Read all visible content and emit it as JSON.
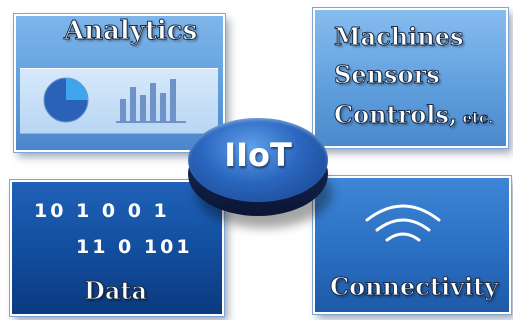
{
  "center": {
    "label": "IIoT"
  },
  "tiles": {
    "analytics": {
      "title": "Analytics",
      "chart_icons": [
        "pie-chart-icon",
        "bar-chart-icon"
      ]
    },
    "machines": {
      "line1": "Machines",
      "line2": "Sensors",
      "line3": "Controls,",
      "line3_suffix": " etc."
    },
    "data": {
      "binary_line1": "10 1 0 0 1",
      "binary_line2": "11 0 101",
      "title": "Data"
    },
    "connectivity": {
      "title": "Connectivity",
      "icon": "wifi-icon"
    }
  },
  "colors": {
    "light_tile": "#6aa8e4",
    "dark_tile": "#124c9c",
    "connectivity_tile": "#2a6fc2",
    "chart_accent": "#3fa6ee",
    "center_disc": "#2b67bf"
  }
}
